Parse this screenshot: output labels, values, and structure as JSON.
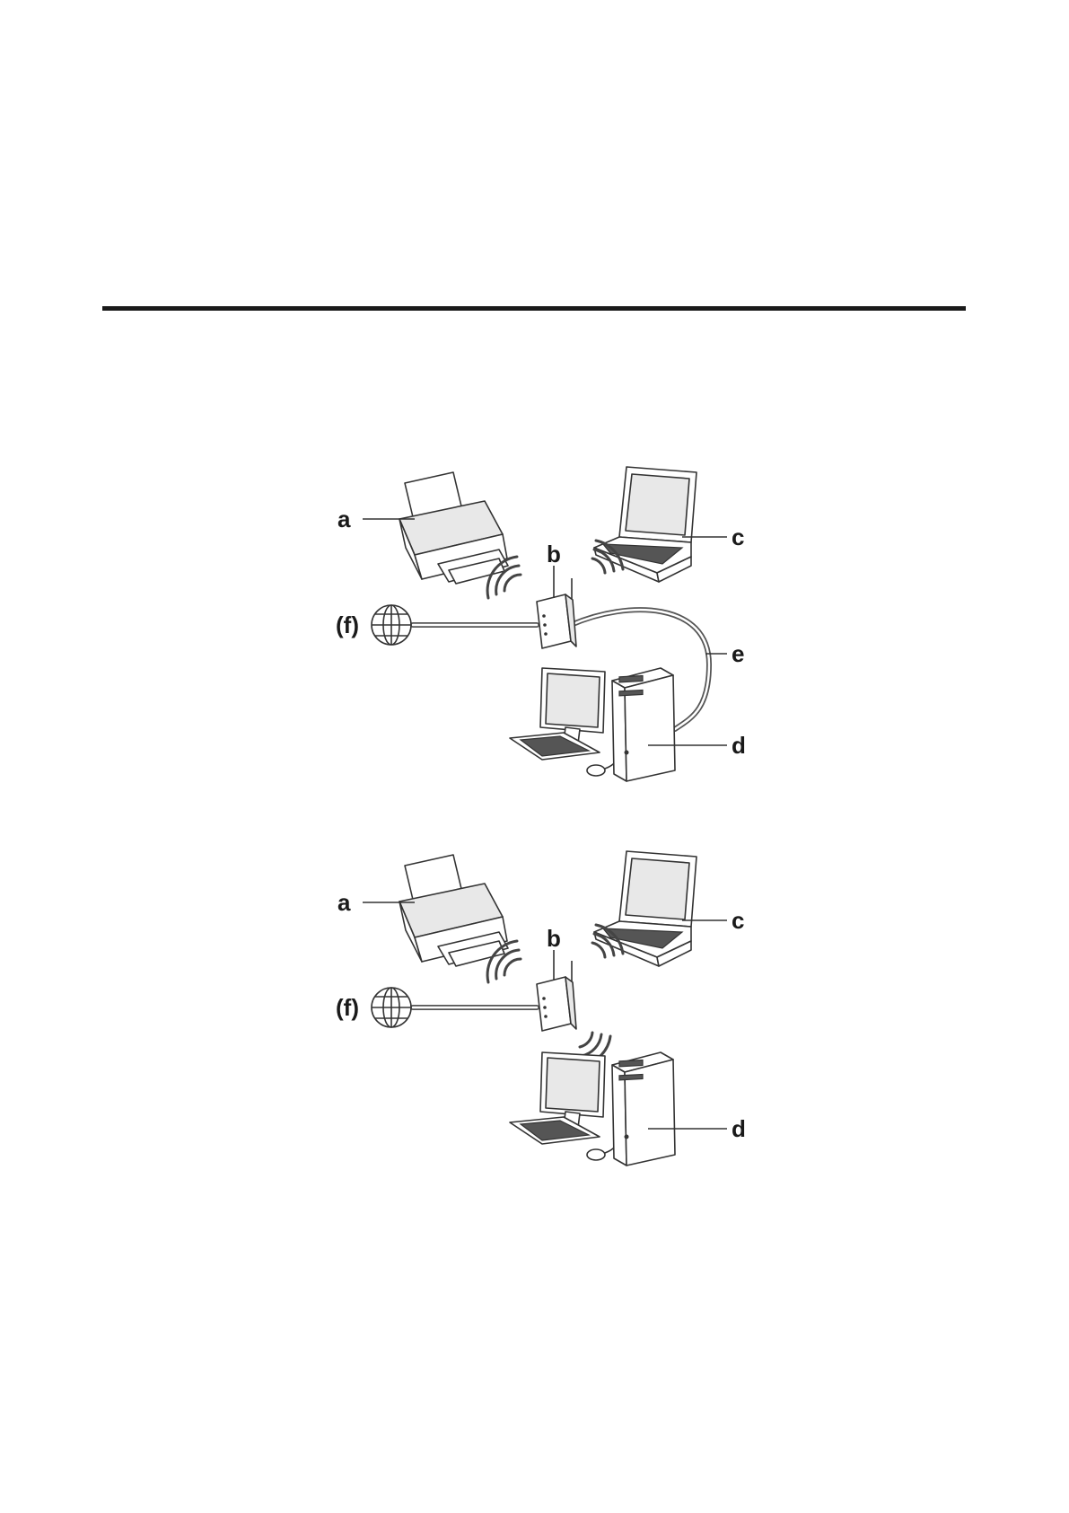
{
  "labels": {
    "printer": "a",
    "access_point": "b",
    "laptop": "c",
    "desktop": "d",
    "cable": "e",
    "internet": "(f)"
  }
}
